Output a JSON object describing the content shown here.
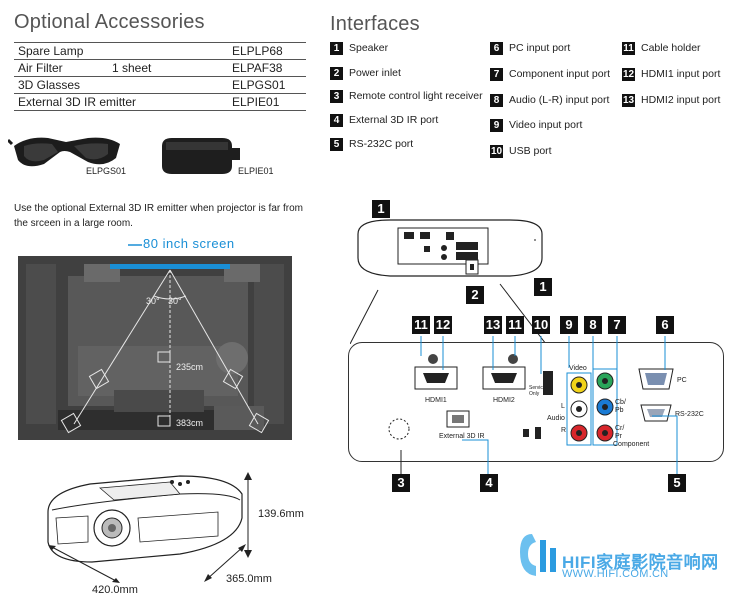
{
  "accessories": {
    "title": "Optional Accessories",
    "rows": [
      {
        "name": "Spare Lamp",
        "qty": "",
        "code": "ELPLP68"
      },
      {
        "name": "Air Filter",
        "qty": "1 sheet",
        "code": "ELPAF38"
      },
      {
        "name": "3D Glasses",
        "qty": "",
        "code": "ELPGS01"
      },
      {
        "name": "External 3D IR emitter",
        "qty": "",
        "code": "ELPIE01"
      }
    ],
    "glasses_label": "ELPGS01",
    "emitter_label": "ELPIE01",
    "note": "Use the optional External 3D IR emitter when projector is far from the srceen in a large room."
  },
  "room": {
    "screen_label": "80 inch screen",
    "angle_left": "30°",
    "angle_right": "30°",
    "dist_1": "235cm",
    "dist_2": "383cm"
  },
  "dimensions": {
    "height": "139.6mm",
    "depth": "365.0mm",
    "width": "420.0mm"
  },
  "interfaces": {
    "title": "Interfaces",
    "items": [
      {
        "num": "1",
        "label": "Speaker"
      },
      {
        "num": "2",
        "label": "Power inlet"
      },
      {
        "num": "3",
        "label": "Remote control light receiver"
      },
      {
        "num": "4",
        "label": "External 3D IR port"
      },
      {
        "num": "5",
        "label": "RS-232C port"
      },
      {
        "num": "6",
        "label": "PC input port"
      },
      {
        "num": "7",
        "label": "Component input port"
      },
      {
        "num": "8",
        "label": "Audio (L-R) input port"
      },
      {
        "num": "9",
        "label": "Video input port"
      },
      {
        "num": "10",
        "label": "USB port"
      },
      {
        "num": "11",
        "label": "Cable holder"
      },
      {
        "num": "12",
        "label": "HDMI1 input port"
      },
      {
        "num": "13",
        "label": "HDMI2 input port"
      }
    ]
  },
  "panel": {
    "hdmi1": "HDMI1",
    "hdmi2": "HDMI2",
    "service": "Service Only",
    "video": "Video",
    "audio": "Audio",
    "audio_l": "L",
    "audio_r": "R",
    "cb_pb": "Cb/ Pb",
    "cr_pr": "Cr/ Pr",
    "component": "Component",
    "pc": "PC",
    "rs232c": "RS-232C",
    "ext3dir": "External 3D IR"
  },
  "watermark": {
    "line1": "HIFI家庭影院音响网",
    "line2": "WWW.HIFI.COM.CN"
  },
  "colors": {
    "accent_blue": "#1a8fd6",
    "badge": "#111111"
  }
}
